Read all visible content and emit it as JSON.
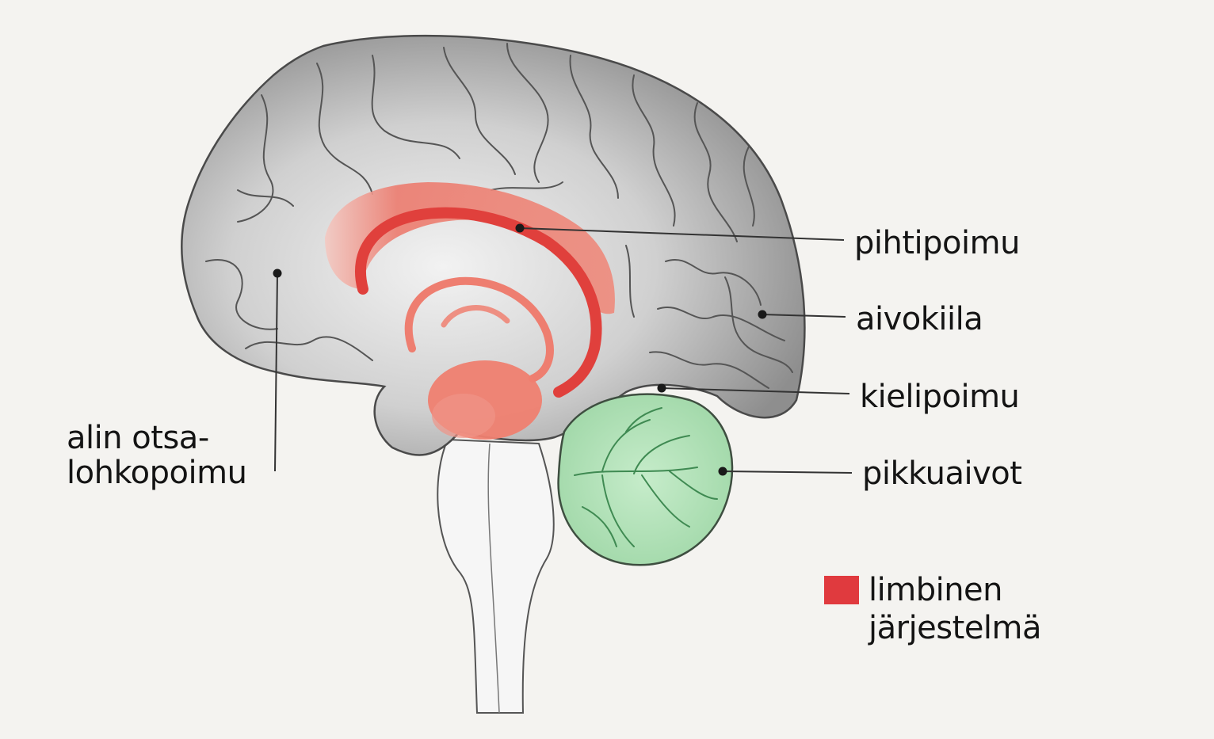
{
  "labels": {
    "pihtipoimu": "pihtipoimu",
    "aivokiila": "aivokiila",
    "kielipoimu": "kielipoimu",
    "pikkuaivot": "pikkuaivot",
    "alin_line1": "alin otsa-",
    "alin_line2": "lohkopoimu"
  },
  "legend": {
    "line1": "limbinen",
    "line2": "järjestelmä",
    "color": "#e03a3e"
  },
  "colors": {
    "brain": "#a9a9a9",
    "limbic": "#e8564c",
    "cerebellum": "#a6dcb0",
    "page": "#f4f3f0"
  }
}
